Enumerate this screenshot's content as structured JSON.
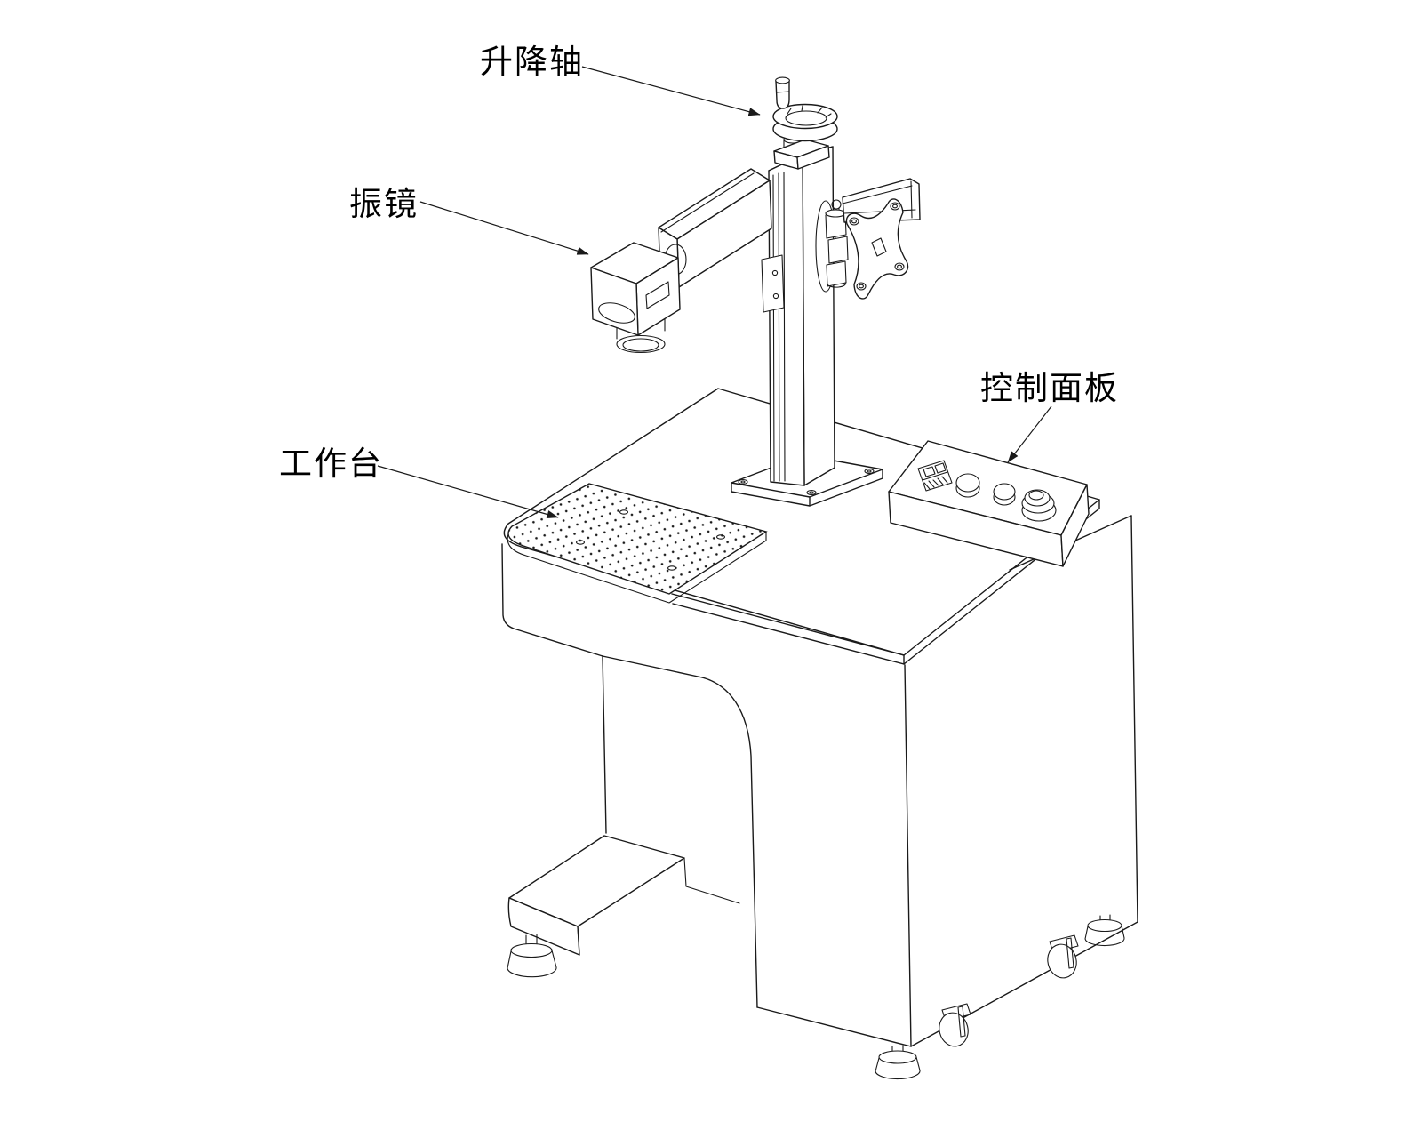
{
  "diagram": {
    "type": "isometric-line-drawing",
    "subject": "laser-marking-machine",
    "background": "#ffffff",
    "stroke_color": "#1a1a1a",
    "labels": {
      "lifting_axis": "升降轴",
      "galvo": "振镜",
      "control_panel": "控制面板",
      "worktable": "工作台"
    },
    "parts": [
      {
        "name": "lifting-axis-handwheel",
        "label_key": "lifting_axis"
      },
      {
        "name": "galvo-scan-head",
        "label_key": "galvo"
      },
      {
        "name": "control-panel",
        "label_key": "control_panel"
      },
      {
        "name": "worktable-plate",
        "label_key": "worktable"
      }
    ]
  }
}
